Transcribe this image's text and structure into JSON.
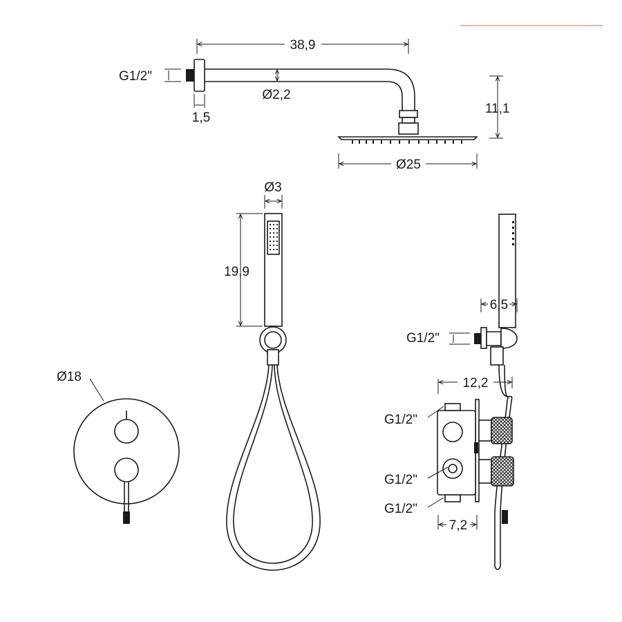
{
  "accent_line_color": "#d9a38a",
  "labels": {
    "arm_length": "38,9",
    "arm_diameter": "Ø2,2",
    "wall_thread": "G1/2\"",
    "flange_depth": "1,5",
    "head_height": "11,1",
    "head_diameter": "Ø25",
    "handset_width": "Ø3",
    "handset_length": "19,9",
    "bracket_depth": "6,5",
    "bracket_thread": "G1/2\"",
    "plate_diameter": "Ø18",
    "box_depth_total": "12,2",
    "box_thread_top": "G1/2\"",
    "box_thread_mid": "G1/2\"",
    "box_thread_bottom": "G1/2\"",
    "box_depth": "7,2"
  }
}
